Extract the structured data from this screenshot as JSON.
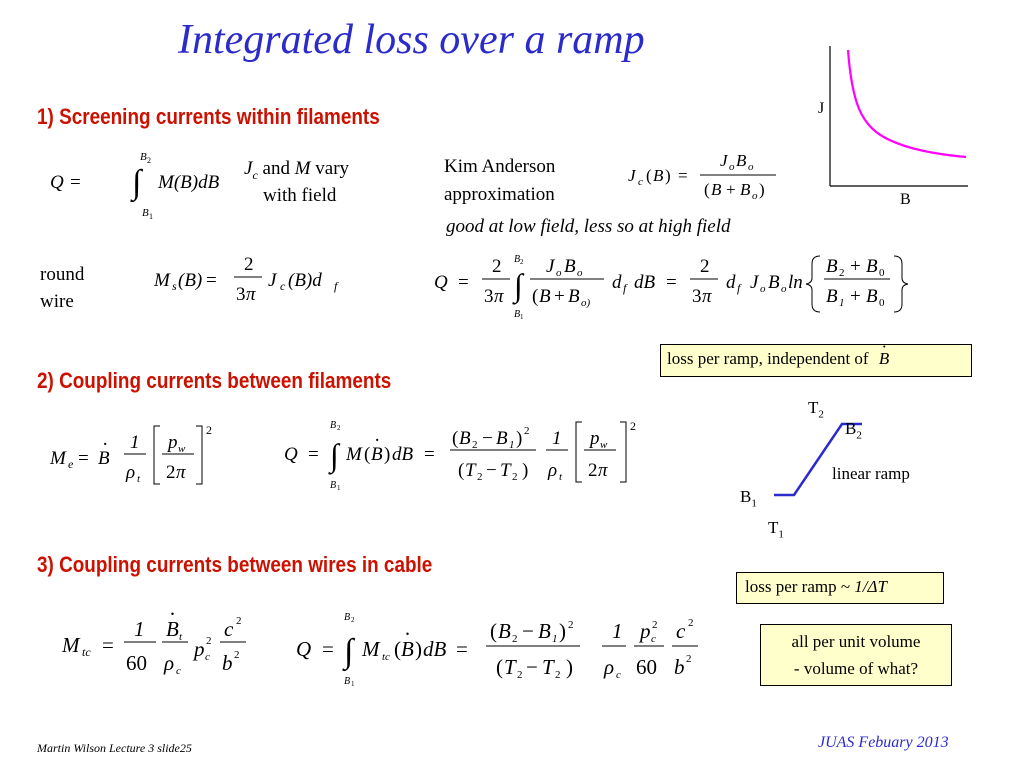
{
  "slide": {
    "title": "Integrated loss over a ramp",
    "footer_left": "Martin Wilson Lecture 3 slide25",
    "footer_right": "JUAS Febuary 2013"
  },
  "section1": {
    "heading": "1) Screening currents within filaments",
    "note_jc_and": "and",
    "note_vary": "vary",
    "note_with_field": "with field",
    "kim_line1": "Kim Anderson",
    "kim_line2": "approximation",
    "good_note": "good at low field, less so at high field",
    "round_wire_1": "round",
    "round_wire_2": "wire"
  },
  "jb_graph": {
    "y_label": "J",
    "x_label": "B",
    "curve_color": "#ff00ff"
  },
  "section2": {
    "heading": "2) Coupling currents between filaments",
    "box_loss_text": "loss per ramp, independent of"
  },
  "ramp_diagram": {
    "t2": "T",
    "t2_sub": "2",
    "b2": "B",
    "b2_sub": "2",
    "b1": "B",
    "b1_sub": "1",
    "t1": "T",
    "t1_sub": "1",
    "label": "linear ramp",
    "line_color": "#2b2bcc"
  },
  "section3": {
    "heading": "3) Coupling currents between wires in cable",
    "box_loss_text": "loss per ramp ~",
    "box_loss_value": "1/ΔT",
    "box_volume_line1": "all per unit volume",
    "box_volume_line2": "- volume of what?"
  },
  "colors": {
    "title": "#2b2bcc",
    "heading": "#cc1100",
    "box_highlight": "#ffffcc"
  }
}
